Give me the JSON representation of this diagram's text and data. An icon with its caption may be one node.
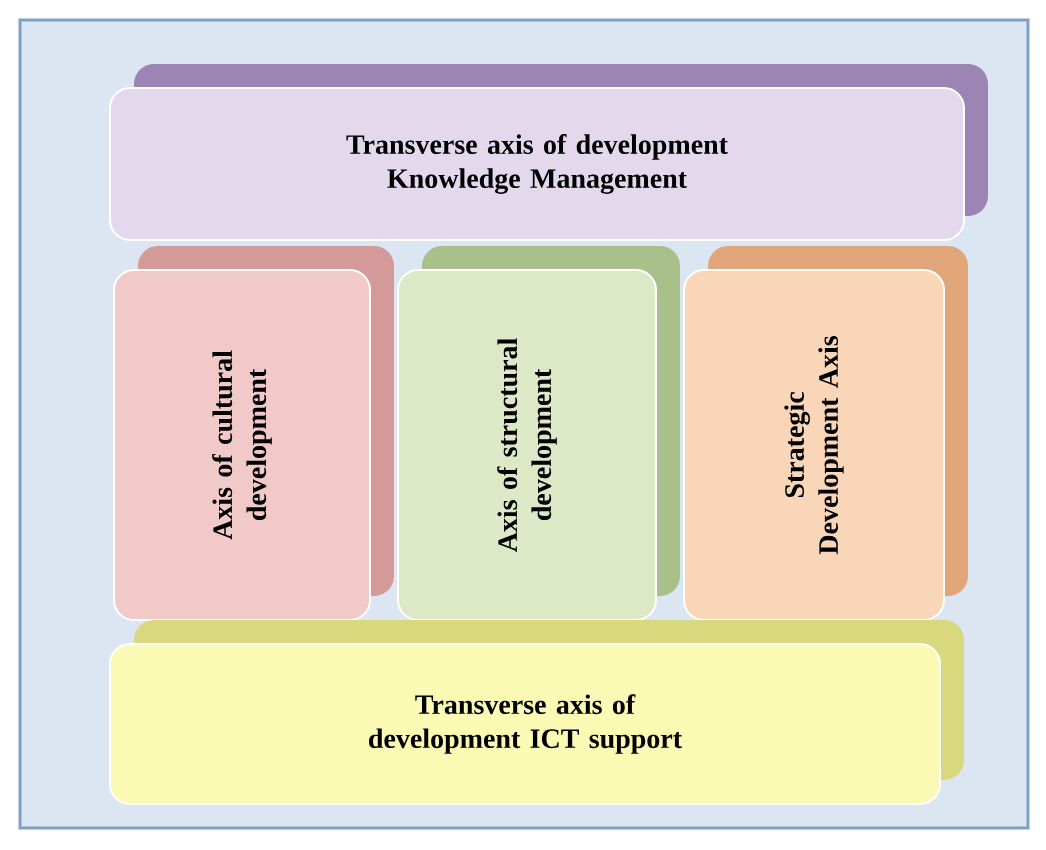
{
  "diagram": {
    "nodes": [
      {
        "text": [
          "Transverse axis of development Knowledge Management"
        ]
      },
      {
        "text": [
          "Axis of cultural development"
        ]
      },
      {
        "text": [
          "Axis of structural development"
        ]
      },
      {
        "text": [
          "Strategic Development Axis"
        ]
      },
      {
        "text": [
          "Transverse axis of development ICT support"
        ]
      }
    ]
  }
}
